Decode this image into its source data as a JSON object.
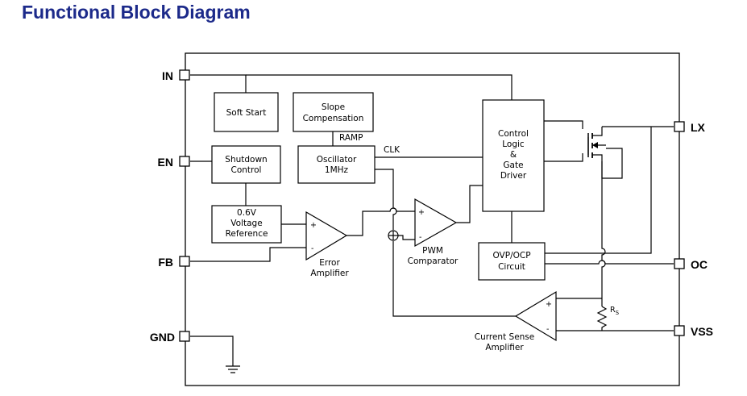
{
  "title": "Functional Block Diagram",
  "pins": {
    "in": "IN",
    "en": "EN",
    "fb": "FB",
    "gnd": "GND",
    "lx": "LX",
    "oc": "OC",
    "vss": "VSS"
  },
  "blocks": {
    "soft_start": "Soft Start",
    "slope_comp": [
      "Slope",
      "Compensation"
    ],
    "shutdown": [
      "Shutdown",
      "Control"
    ],
    "oscillator": [
      "Oscillator",
      "1MHz"
    ],
    "vref": [
      "0.6V",
      "Voltage",
      "Reference"
    ],
    "control_logic": [
      "Control",
      "Logic",
      "&",
      "Gate",
      "Driver"
    ],
    "ovp_ocp": [
      "OVP/OCP",
      "Circuit"
    ]
  },
  "labels": {
    "ramp": "RAMP",
    "clk": "CLK",
    "error_amp": [
      "Error",
      "Amplifier"
    ],
    "pwm_comp": [
      "PWM",
      "Comparator"
    ],
    "cs_amp": [
      "Current Sense",
      "Amplifier"
    ],
    "rs": "R",
    "rs_sub": "S",
    "plus": "+",
    "minus": "-"
  }
}
